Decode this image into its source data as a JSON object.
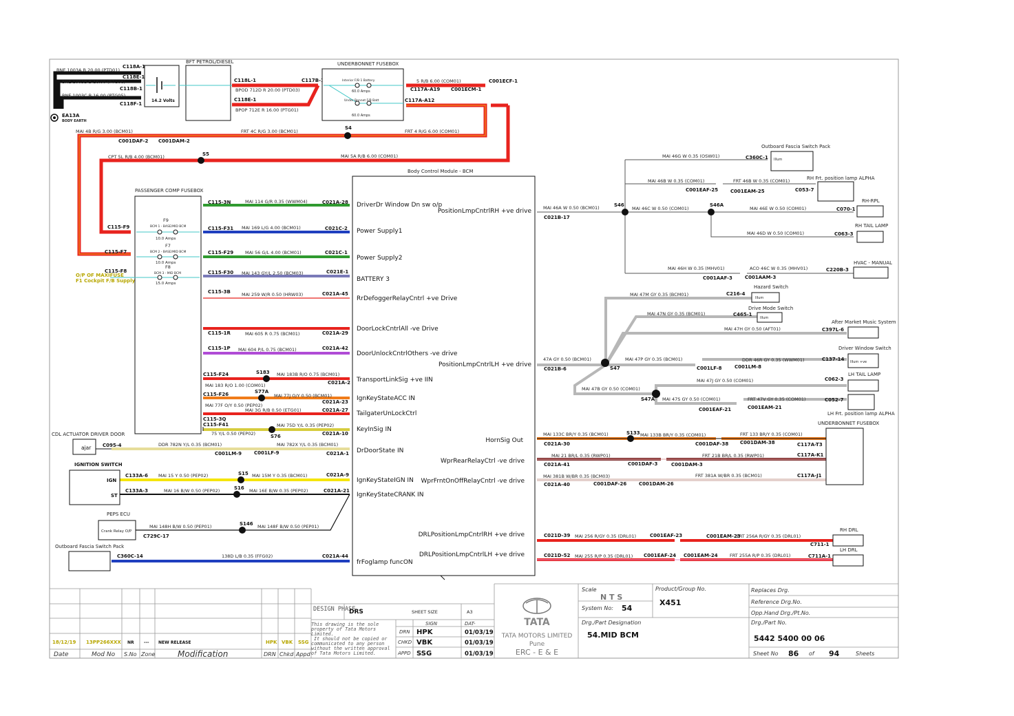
{
  "diagram": {
    "boxes": {
      "bft": "BFT PETROL/DIESEL",
      "underbonnet": "UNDERBONNET FUSEBOX",
      "underbonnet_r": "UNDERBONNET FUSEBOX",
      "pcfb": "PASSENGER COMP FUSEBOX",
      "bcm": "Body Control Module - BCM",
      "cdl": "CDL ACTUATOR DRIVER DOOR",
      "ign": "IGNITION SWITCH",
      "peps": "PEPS ECU",
      "ofsp_l": "Outboard Fascia Switch Pack",
      "ofsp_r": "Outboard Fascia Switch Pack",
      "rhfrt": "RH Frt. position lamp ALPHA",
      "rhrpl": "RH-RPL",
      "rhtail": "RH TAIL LAMP",
      "hvac": "HVAC - MANUAL",
      "hazard": "Hazard Switch",
      "drivemode": "Drive Mode Switch",
      "music": "After Market Music System",
      "dws": "Driver Window Switch",
      "lhtail": "LH TAIL LAMP",
      "lhfrt": "LH Frt. position lamp ALPHA",
      "rhdrl": "RH DRL",
      "lhdrl": "LH DRL"
    },
    "misc": {
      "earth": "EA13A",
      "earth_sub": "BODY EARTH",
      "batt": "14.2 Volts",
      "fuse_int": "Interior F/B 1 Battery",
      "fuse_int_a": "60.0 Amps",
      "fuse_ub": "Under Bonnet F/B Batt",
      "fuse_ub_a": "60.0 Amps",
      "f9": "F9",
      "f9d": "BCM 1 - BASE/MID BCM",
      "f9a": "10.0 Amps",
      "f7": "F7",
      "f7d": "BCM 2 - BASE/MID BCM",
      "f7a": "10.0 Amps",
      "f8": "F8",
      "f8d": "BCM 3 - MID BCM",
      "f8a": "15.0 Amps",
      "maxi1": "O/P OF MAXIFUSE",
      "maxi2": "F1 Cockpit F/B Supply",
      "ajar": "ajar",
      "ign_ign": "IGN",
      "ign_st": "ST",
      "crank": "Crank Relay O/P",
      "illum": "Illum",
      "illum_ve": "Illum +ve"
    },
    "bcm_pins_left": [
      "DriverDr Window Dn sw o/p",
      "Power Supply1",
      "Power Supply2",
      "BATTERY 3",
      "RrDefoggerRelayCntrl +ve Drive",
      "DoorLockCntrlAll -ve Drive",
      "DoorUnlockCntrlOthers -ve drive",
      "TransportLinkSig +ve IIN",
      "IgnKeyStateACC IN",
      "TailgaterUnLockCtrl",
      "KeyInSig IN",
      "DrDoorState IN",
      "IgnKeyStateIGN IN",
      "IgnKeyStateCRANK IN",
      "frFoglamp funcON"
    ],
    "bcm_pins_right": [
      "PositionLmpCntrlRH +ve drive",
      "PositionLmpCntrlLH +ve drive",
      "HornSig Out",
      "WprRearRelayCtrl -ve drive",
      "WprFrntOnOffRelayCntrl -ve drive",
      "DRLPositionLmpCntrlRH +ve drive",
      "DRLPositionLmpCntrlLH +ve drive"
    ],
    "connectors": [
      "C118A-1",
      "C118B-1",
      "C118E-1",
      "C118F-1",
      "C118L-1",
      "C118E-1",
      "C117B-1",
      "C117A-A19",
      "C001ECM-1",
      "C001ECF-1",
      "C117A-A12",
      "C001DAF-2",
      "C001DAM-2",
      "S4",
      "S5",
      "C115-F9",
      "C115-F7",
      "C115-F8",
      "C115-3N",
      "C115-F31",
      "C115-F29",
      "C115-F30",
      "C115-3B",
      "C115-1R",
      "C115-1P",
      "C115-F24",
      "S183",
      "C115-F26",
      "S77A",
      "C115-3Q",
      "C115-F41",
      "S76",
      "C021A-28",
      "C021C-2",
      "C021C-1",
      "C021E-1",
      "C021A-45",
      "C021A-29",
      "C021A-42",
      "C021A-2",
      "C021A-23",
      "C021A-27",
      "C021A-10",
      "C095-4",
      "C001LM-9",
      "C001LF-9",
      "C021A-1",
      "C133A-6",
      "S15",
      "C021A-9",
      "C133A-3",
      "S16",
      "C021A-21",
      "S146",
      "C729C-17",
      "C360C-14",
      "C021A-44",
      "C021B-17",
      "S46",
      "S46A",
      "C360C-1",
      "C001EAF-25",
      "C001EAM-25",
      "C053-7",
      "C070-1",
      "C063-3",
      "C001AAF-3",
      "C001AAM-3",
      "C220B-3",
      "C216-4",
      "C465-1",
      "C397L-6",
      "C021B-6",
      "S47",
      "C001LF-8",
      "C001LM-8",
      "C137-14",
      "C062-3",
      "S47A",
      "C001EAF-21",
      "C001EAM-21",
      "C052-7",
      "C021A-30",
      "S133",
      "C001DAF-38",
      "C001DAM-38",
      "C117A-T3",
      "C021A-41",
      "C001DAF-3",
      "C001DAM-3",
      "C117A-K1",
      "C021A-40",
      "C001DAF-26",
      "C001DAM-26",
      "C117A-J1",
      "C021D-39",
      "C001EAF-23",
      "C001EAM-23",
      "C711-1",
      "C021D-52",
      "C001EAF-24",
      "C001EAM-24",
      "C711A-1"
    ],
    "wires": [
      "BNE 1003A B 20.00 (PTD01)",
      "BNE 1003B B 16.00 (PTG06)",
      "BNE 1003C B 16.00 (PTG05)",
      "BPOD 712D R 20.00 (PTD03)",
      "BPOP 712E R 16.00 (PTG01)",
      "5 R/B 6.00 (COM01)",
      "MAI 4B R/G 3.00 (BCM01)",
      "FRT 4C R/G 3.00 (BCM01)",
      "FRT 4 R/G 6.00 (COM01)",
      "CPT 5L R/B 4.00 (BCM01)",
      "MAI 5A R/B 6.00 (COM01)",
      "MAI 114 G/R 0.35 (WWM04)",
      "MAI 169 L/G 4.00 (BCM01)",
      "MAI 56 G/L 4.00 (BCM01)",
      "MAI 143 GY/L 2.50 (BCM03)",
      "MAI 259 W/R 0.50 (HRW03)",
      "MAI 605 R 0.75 (BCM01)",
      "MAI 604 P/L 0.75 (BCM01)",
      "MAI 183B R/O 0.75 (BCM01)",
      "MAI 183 R/O 1.00 (COM01)",
      "MAI 77J O/Y 0.50 (BCM01)",
      "MAI 77F O/Y 0.50 (PEP02)",
      "MAI 3G R/B 0.50 (ETG01)",
      "MAI 75D Y/L 0.35 (PEP02)",
      "75 Y/L 0.50 (PEP02)",
      "DDR 782N Y/L 0.35 (BCM01)",
      "MAI 782X Y/L 0.35 (BCM01)",
      "MAI 15 Y 0.50 (PEP02)",
      "MAI 15M Y 0.35 (BCM01)",
      "MAI 16 B/W 0.50 (PEP02)",
      "MAI 16E B/W 0.35 (PEP02)",
      "MAI 148H B/W 0.50 (PEP01)",
      "MAI 148F B/W 0.50 (PEP01)",
      "138D L/B 0.35 (FFG02)",
      "MAI 46A W 0.50 (BCM01)",
      "MAI 46G W 0.35 (OSW01)",
      "MAI 46B W 0.35 (COM01)",
      "FRT 46B W 0.35 (COM01)",
      "MAI 46C W 0.50 (COM01)",
      "MAI 46E W 0.50 (COM01)",
      "MAI 46D W 0.50 (COM01)",
      "MAI 46H W 0.35 (MHV01)",
      "ACO 46C W 0.35 (MHV01)",
      "MAI 47M GY 0.35 (BCM01)",
      "MAI 47N GY 0.35 (BCM01)",
      "MAI 47H GY 0.50 (AFT01)",
      "47A GY 0.50 (BCM01)",
      "MAI 47P GY 0.35 (BCM01)",
      "DDR 46R GY 0.35 (WWM01)",
      "MAI 47J GY 0.50 (COM01)",
      "MAI 47B GY 0.50 (COM01)",
      "MAI 47S GY 0.50 (COM01)",
      "FRT 47V GY 0.35 (COM01)",
      "MAI 133C BR/Y 0.35 (BCM01)",
      "MAI 133B BR/Y 0.35 (COM01)",
      "FRT 133 BR/Y 0.35 (COM01)",
      "MAI 21 BR/L 0.35 (RWP01)",
      "FRT 21B BR/L 0.35 (RWP01)",
      "MAI 381B W/BR 0.35 (BCM03)",
      "FRT 381A W/BR 0.35 (BCM01)",
      "MAI 256 R/GY 0.35 (DRL01)",
      "FRT 256A R/GY 0.35 (DRL01)",
      "MAI 255 R/P 0.35 (DRL01)",
      "FRT 255A R/P 0.35 (DRL01)"
    ]
  },
  "title_block": {
    "revision_row": {
      "date": "18/12/19",
      "mod_no": "13PP266XXX",
      "s_no": "NR",
      "zone": "---",
      "modification": "NEW RELEASE",
      "drn": "HPK",
      "chkd": "VBK",
      "appd": "SSG"
    },
    "headers": {
      "date": "Date",
      "mod_no": "Mod No",
      "s_no": "S.No",
      "zone": "Zone",
      "modification": "Modification",
      "drn": "DRN",
      "chkd": "Chkd",
      "appd": "Appd"
    },
    "design_phase_label": "DESIGN PHASE",
    "design_phase_value": "DRS",
    "sheet_size_label": "SHEET SIZE",
    "sheet_size_value": "A3",
    "sign_label": "SIGN",
    "date_label": "DAT-",
    "notice": [
      "This drawing is the sole",
      "property of Tata Motors",
      "Limited.",
      "It should not be copied or",
      "communicated to any person",
      "without the written approval",
      "of Tata Motors Limited."
    ],
    "signoffs": [
      {
        "role": "DRN",
        "sign": "HPK",
        "date": "01/03/19"
      },
      {
        "role": "CHKD",
        "sign": "VBK",
        "date": "01/03/19"
      },
      {
        "role": "APPD",
        "sign": "SSG",
        "date": "01/03/19"
      }
    ],
    "company": "TATA",
    "company_full": "TATA MOTORS LIMITED",
    "city": "Pune",
    "dept": "ERC - E & E",
    "scale_label": "Scale",
    "scale_value": "N T S",
    "system_label": "System No:",
    "system_value": "54",
    "product_label": "Product/Group No.",
    "product_value": "X451",
    "part_desig_label": "Drg./Part Designation",
    "part_desig_value": "54.MID BCM",
    "replaces_label": "Replaces Drg.",
    "reference_label": "Reference Drg.No.",
    "opp_hand_label": "Opp.Hand Drg./Pt.No.",
    "part_no_label": "Drg./Part No.",
    "part_no_value": "5442 5400 00 06",
    "sheet_no_label": "Sheet No",
    "sheet_no_value": "86",
    "of_label": "of",
    "sheet_total": "94",
    "sheets_label": "Sheets"
  },
  "colors": {
    "red": "#e8231e",
    "orange": "#f07c1a",
    "green": "#2f9a2f",
    "blue": "#1f3fbf",
    "yellow": "#f5e50c",
    "grey": "#b7b7b7",
    "black": "#111111",
    "cyan": "#40c7c7"
  }
}
